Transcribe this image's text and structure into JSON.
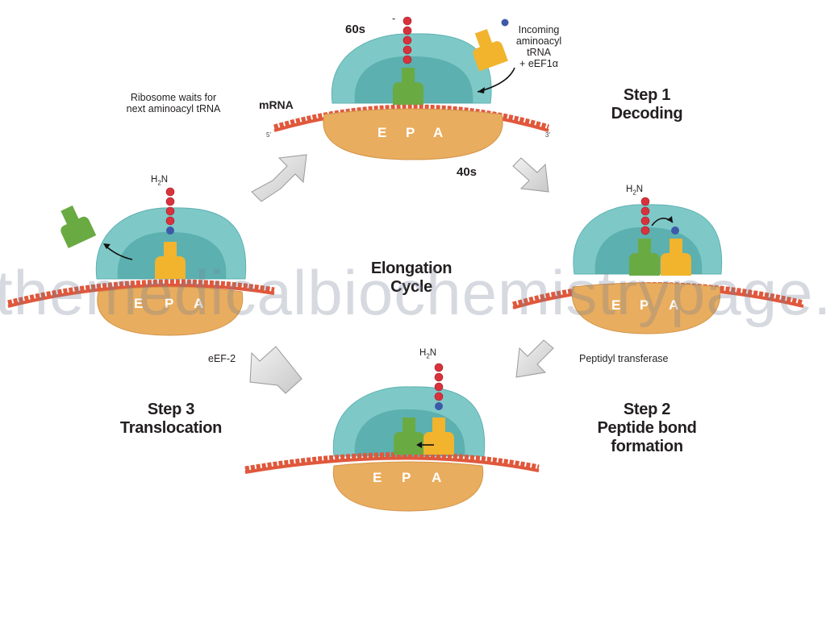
{
  "center_title": [
    "Elongation",
    "Cycle"
  ],
  "labels": {
    "sub_60s": "60s",
    "sub_40s": "40s",
    "mrna": "mRNA",
    "five_prime": "5'",
    "three_prime": "3'",
    "incoming": [
      "Incoming",
      "aminoacyl",
      "tRNA",
      "+ eEF1α"
    ],
    "ribosome_waits": [
      "Ribosome waits for",
      "next aminoacyl tRNA"
    ],
    "peptidyl_transferase": "Peptidyl transferase",
    "eef2": "eEF-2",
    "h2n": "H",
    "h2n_sub": "2",
    "h2n_end": "N",
    "top_dash": "-"
  },
  "sites": [
    "E",
    "P",
    "A"
  ],
  "steps": {
    "step1": [
      "Step 1",
      "Decoding"
    ],
    "step2": [
      "Step 2",
      "Peptide bond",
      "formation"
    ],
    "step3": [
      "Step 3",
      "Translocation"
    ]
  },
  "colors": {
    "large_subunit": "#7ec9c8",
    "large_inner": "#3f9a9a",
    "small_subunit": "#e9ad5f",
    "mrna": "#e0583c",
    "trna_green": "#6aaa43",
    "trna_yellow": "#f1b42c",
    "aa_red": "#d9323c",
    "aa_blue": "#3d5aa8",
    "arrow_fill": "#e1e1e1"
  },
  "icons": [
    "cycle-arrow-icon",
    "curved-arrow-icon",
    "trna-icon",
    "amino-acid-bead-icon"
  ],
  "watermark": "themedicalbiochemistrypage.org"
}
